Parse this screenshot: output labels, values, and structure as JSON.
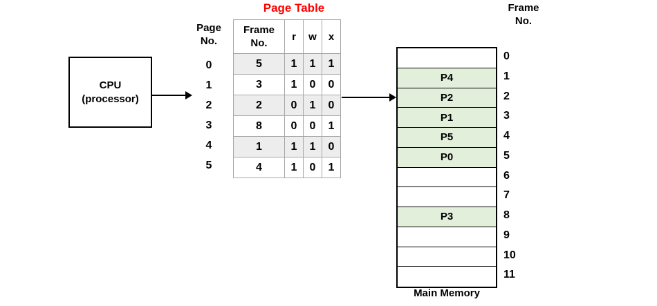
{
  "diagram": {
    "cpu": {
      "line1": "CPU",
      "line2": "(processor)"
    },
    "page_table": {
      "title": "Page Table",
      "page_no_header_line1": "Page",
      "page_no_header_line2": "No.",
      "columns": [
        "Frame No.",
        "r",
        "w",
        "x"
      ],
      "frame_col_header_line1": "Frame",
      "frame_col_header_line2": "No.",
      "flag_headers": [
        "r",
        "w",
        "x"
      ],
      "page_numbers": [
        "0",
        "1",
        "2",
        "3",
        "4",
        "5"
      ],
      "rows": [
        {
          "page_no": "0",
          "frame_no": "5",
          "r": "1",
          "w": "1",
          "x": "1",
          "shaded": true
        },
        {
          "page_no": "1",
          "frame_no": "3",
          "r": "1",
          "w": "0",
          "x": "0",
          "shaded": false
        },
        {
          "page_no": "2",
          "frame_no": "2",
          "r": "0",
          "w": "1",
          "x": "0",
          "shaded": true
        },
        {
          "page_no": "3",
          "frame_no": "8",
          "r": "0",
          "w": "0",
          "x": "1",
          "shaded": false
        },
        {
          "page_no": "4",
          "frame_no": "1",
          "r": "1",
          "w": "1",
          "x": "0",
          "shaded": true
        },
        {
          "page_no": "5",
          "frame_no": "4",
          "r": "1",
          "w": "0",
          "x": "1",
          "shaded": false
        }
      ]
    },
    "main_memory": {
      "label": "Main Memory",
      "frame_no_header_line1": "Frame",
      "frame_no_header_line2": "No.",
      "frame_numbers": [
        "0",
        "1",
        "2",
        "3",
        "4",
        "5",
        "6",
        "7",
        "8",
        "9",
        "10",
        "11"
      ],
      "frames": [
        {
          "frame_no": "0",
          "content": "",
          "occupied": false
        },
        {
          "frame_no": "1",
          "content": "P4",
          "occupied": true
        },
        {
          "frame_no": "2",
          "content": "P2",
          "occupied": true
        },
        {
          "frame_no": "3",
          "content": "P1",
          "occupied": true
        },
        {
          "frame_no": "4",
          "content": "P5",
          "occupied": true
        },
        {
          "frame_no": "5",
          "content": "P0",
          "occupied": true
        },
        {
          "frame_no": "6",
          "content": "",
          "occupied": false
        },
        {
          "frame_no": "7",
          "content": "",
          "occupied": false
        },
        {
          "frame_no": "8",
          "content": "P3",
          "occupied": true
        },
        {
          "frame_no": "9",
          "content": "",
          "occupied": false
        },
        {
          "frame_no": "10",
          "content": "",
          "occupied": false
        },
        {
          "frame_no": "11",
          "content": "",
          "occupied": false
        }
      ]
    },
    "colors": {
      "title_red": "#ff0000",
      "occupied_green": "#e2efda",
      "shaded_row_gray": "#ededed",
      "outline_black": "#000000"
    }
  }
}
